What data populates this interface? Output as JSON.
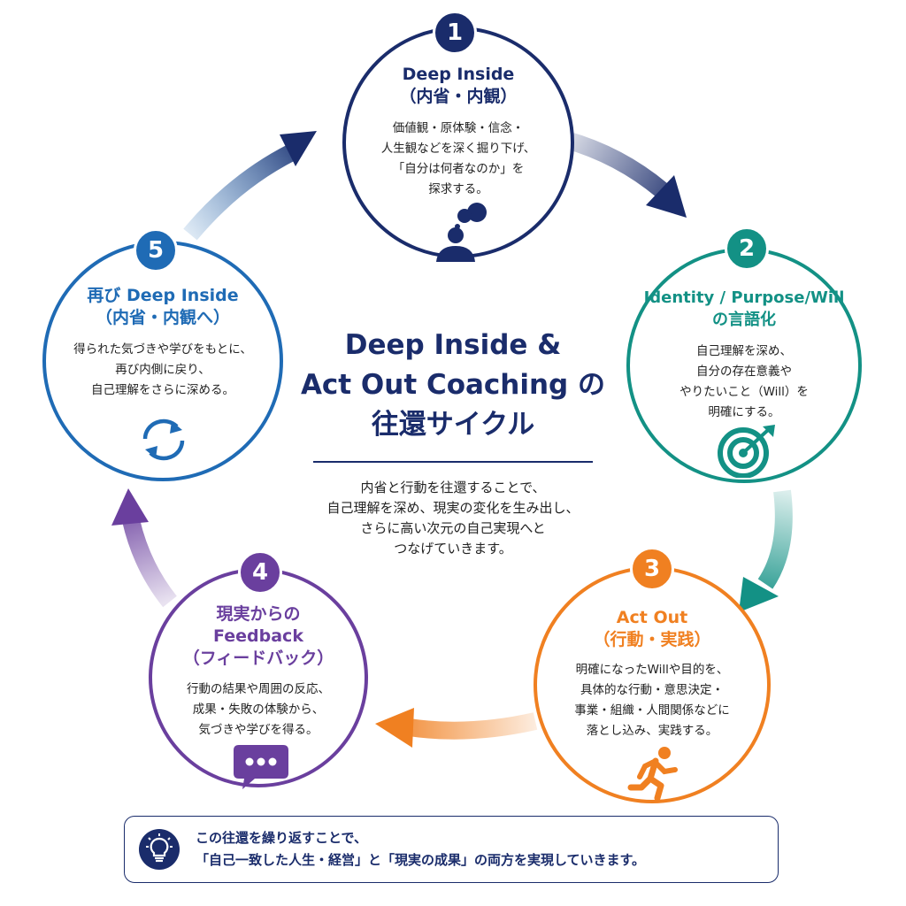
{
  "colors": {
    "step1": "#1a2c6b",
    "step2": "#139185",
    "step3": "#f08021",
    "step4": "#6a3f9e",
    "step5": "#1f6bb5",
    "navy": "#1a2c6b"
  },
  "steps": [
    {
      "number": "1",
      "title": [
        "Deep Inside",
        "（内省・内観）"
      ],
      "description": [
        "価値観・原体験・信念・",
        "人生観などを深く掘り下げ、",
        "「自分は何者なのか」を",
        "探求する。"
      ],
      "icon": "person-thinking-icon"
    },
    {
      "number": "2",
      "title": [
        "Identity / Purpose/Will",
        "の言語化"
      ],
      "description": [
        "自己理解を深め、",
        "自分の存在意義や",
        "やりたいこと（Will）を",
        "明確にする。"
      ],
      "icon": "target-icon"
    },
    {
      "number": "3",
      "title": [
        "Act Out",
        "（行動・実践）"
      ],
      "description": [
        "明確になったWillや目的を、",
        "具体的な行動・意思決定・",
        "事業・組織・人間関係などに",
        "落とし込み、実践する。"
      ],
      "icon": "running-person-icon"
    },
    {
      "number": "4",
      "title": [
        "現実からの",
        "Feedback",
        "（フィードバック）"
      ],
      "description": [
        "行動の結果や周囲の反応、",
        "成果・失敗の体験から、",
        "気づきや学びを得る。"
      ],
      "icon": "chat-bubble-icon"
    },
    {
      "number": "5",
      "title": [
        "再び Deep Inside",
        "（内省・内観へ）"
      ],
      "description": [
        "得られた気づきや学びをもとに、",
        "再び内側に戻り、",
        "自己理解をさらに深める。"
      ],
      "icon": "cycle-icon"
    }
  ],
  "center": {
    "title": [
      "Deep Inside &",
      "Act Out Coaching の",
      "往還サイクル"
    ],
    "description": [
      "内省と行動を往還することで、",
      "自己理解を深め、現実の変化を生み出し、",
      "さらに高い次元の自己実現へと",
      "つなげていきます。"
    ]
  },
  "footer": {
    "lines": [
      "この往還を繰り返すことで、",
      "「自己一致した人生・経営」と「現実の成果」の両方を実現していきます。"
    ],
    "icon": "lightbulb-icon"
  }
}
